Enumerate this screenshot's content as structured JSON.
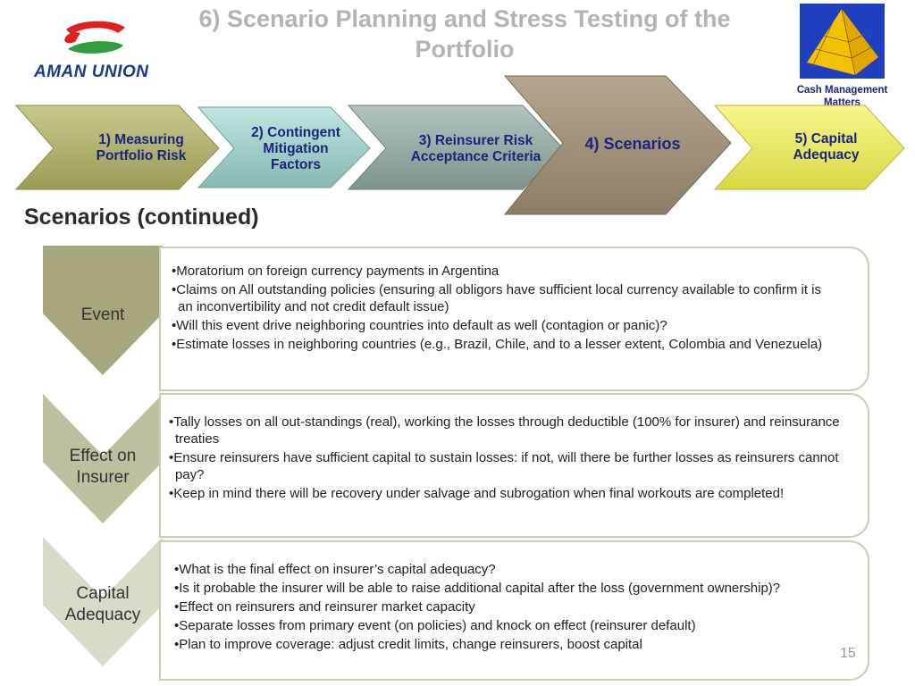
{
  "header": {
    "logo_text": "AMAN UNION",
    "title": "6)   Scenario Planning and Stress Testing of the Portfolio",
    "badge_text": "Cash Management Matters"
  },
  "process_steps": [
    {
      "label": "1) Measuring Portfolio Risk"
    },
    {
      "label": "2) Contingent Mitigation Factors"
    },
    {
      "label": "3) Reinsurer Risk Acceptance Criteria"
    },
    {
      "label": "4) Scenarios"
    },
    {
      "label": "5) Capital Adequacy"
    }
  ],
  "heading": "Scenarios (continued)",
  "sections": [
    {
      "label": "Event",
      "bullets": [
        "Moratorium on foreign currency payments in Argentina",
        "Claims on All outstanding policies (ensuring all obligors have sufficient local currency available to confirm it is an inconvertibility and not credit default issue)",
        "Will this event drive neighboring countries into default as well (contagion or panic)?",
        "Estimate losses in neighboring countries (e.g., Brazil, Chile, and to a lesser extent, Colombia and Venezuela)"
      ]
    },
    {
      "label": "Effect on Insurer",
      "bullets": [
        "Tally losses on all out-standings (real), working the losses through deductible (100% for insurer) and reinsurance treaties",
        "Ensure reinsurers have sufficient capital to sustain losses:  if not, will there be further losses as reinsurers cannot pay?",
        "Keep in mind there will be recovery under salvage and subrogation when final workouts are completed!"
      ]
    },
    {
      "label": "Capital Adequacy",
      "bullets": [
        "What is the final effect on insurer’s capital adequacy?",
        "Is it probable the insurer will be able to raise additional capital after the loss (government ownership)?",
        "Effect on reinsurers and reinsurer market capacity",
        "Separate losses from primary event (on policies) and knock on effect (reinsurer default)",
        "Plan to improve coverage:  adjust credit limits, change reinsurers, boost capital"
      ]
    }
  ],
  "page_number": "15",
  "colors": {
    "chevron_1": "#a9aa66",
    "chevron_2": "#9ccac4",
    "chevron_3": "#8fa39e",
    "chevron_4": "#9e8f79",
    "chevron_5": "#e8e85e",
    "section_1": "#a7a67d",
    "section_2": "#bfbf9f",
    "section_3": "#d9dbc9",
    "label_text": "#1a237e"
  }
}
